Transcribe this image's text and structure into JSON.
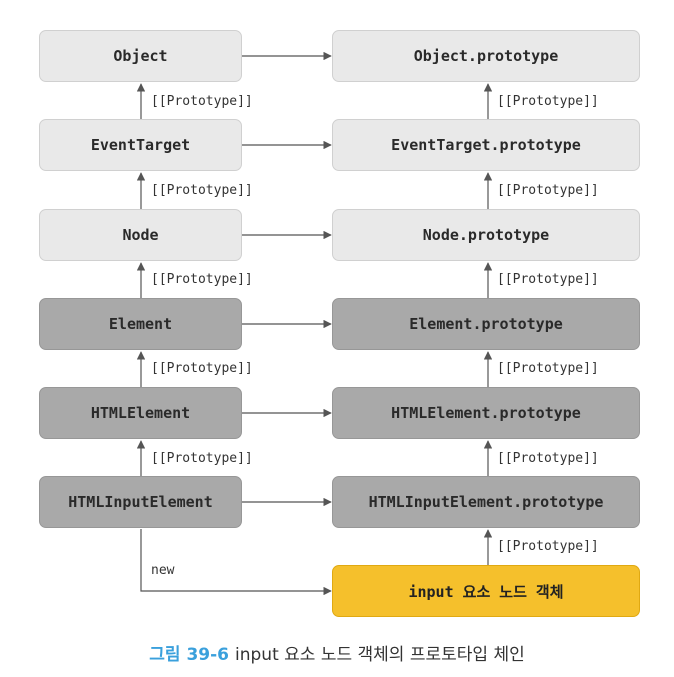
{
  "left_boxes": [
    "Object",
    "EventTarget",
    "Node",
    "Element",
    "HTMLElement",
    "HTMLInputElement"
  ],
  "right_boxes": [
    "Object.prototype",
    "EventTarget.prototype",
    "Node.prototype",
    "Element.prototype",
    "HTMLElement.prototype",
    "HTMLInputElement.prototype"
  ],
  "instance_box": "input 요소 노드 객체",
  "proto_label": "[[Prototype]]",
  "new_label": "new",
  "caption": {
    "figure": "그림 39-6",
    "text": "input 요소 노드 객체의 프로토타입 체인"
  },
  "colors": {
    "light_box": "#e9e9e9",
    "dark_box": "#a9a9a9",
    "instance_box": "#f5c02c",
    "figure_label": "#3aa0dc",
    "line": "#555555"
  }
}
